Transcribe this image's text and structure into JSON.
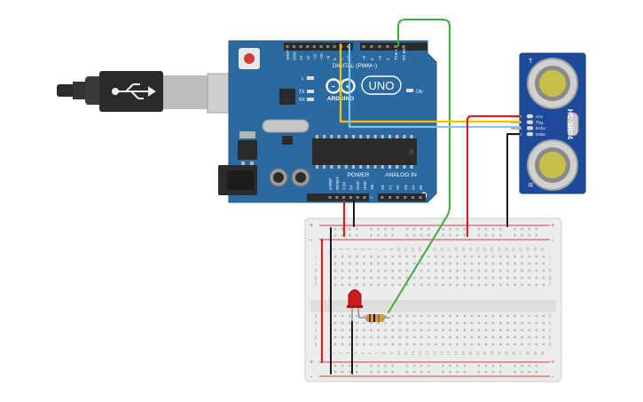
{
  "arduino": {
    "brand": "UNO",
    "maker": "ARDUINO",
    "digital_label": "DIGITAL (PWM~)",
    "power_label": "POWER",
    "analog_label": "ANALOG IN",
    "led_on": "ON",
    "led_l": "L",
    "led_tx": "TX",
    "led_rx": "RX",
    "top_pin_labels": [
      "AREF",
      "GND",
      "13",
      "12",
      "~11",
      "~10",
      "~9",
      "8",
      "7",
      "~6",
      "~5",
      "4",
      "~3",
      "2",
      "TX►1",
      "RX◄0"
    ],
    "power_pin_labels": [
      "IOREF",
      "RESET",
      "3.3V",
      "5V",
      "GND",
      "GND",
      "Vin"
    ],
    "analog_pin_labels": [
      "A0",
      "A1",
      "A2",
      "A3",
      "A4",
      "A5"
    ],
    "colors": {
      "board": "#2a6aa0",
      "board_dark": "#1f5682",
      "header": "#2b2b2b"
    }
  },
  "sensor": {
    "model": "HC-SR04",
    "pins": [
      "Vcc",
      "Trig",
      "Echo",
      "GND"
    ],
    "marks": [
      "T",
      "R"
    ],
    "colors": {
      "board": "#1d4a9a"
    }
  },
  "breadboard": {
    "rail_plus": "+",
    "rail_minus": "-",
    "rows_top": [
      "j",
      "i",
      "h",
      "g",
      "f"
    ],
    "rows_bottom": [
      "e",
      "d",
      "c",
      "b",
      "a"
    ],
    "column_numbers": [
      "1",
      "2",
      "3",
      "4",
      "5",
      "6",
      "7",
      "8",
      "9",
      "10",
      "11",
      "12",
      "13",
      "14",
      "15",
      "16",
      "17",
      "18",
      "19",
      "20",
      "21",
      "22",
      "23",
      "24",
      "25",
      "26",
      "27",
      "28",
      "29",
      "30"
    ],
    "colors": {
      "body": "#ececec",
      "rail_red": "#d33b3b",
      "rail_blue": "#3b62b5"
    }
  },
  "wires": {
    "colors": {
      "green": "#3fae3c",
      "yellow": "#f2c300",
      "blue": "#7fc6e6",
      "red": "#d62020",
      "black": "#1a1a1a"
    }
  },
  "components": {
    "led_color": "#cc1b1b",
    "resistor_color": "#c89b5a"
  }
}
